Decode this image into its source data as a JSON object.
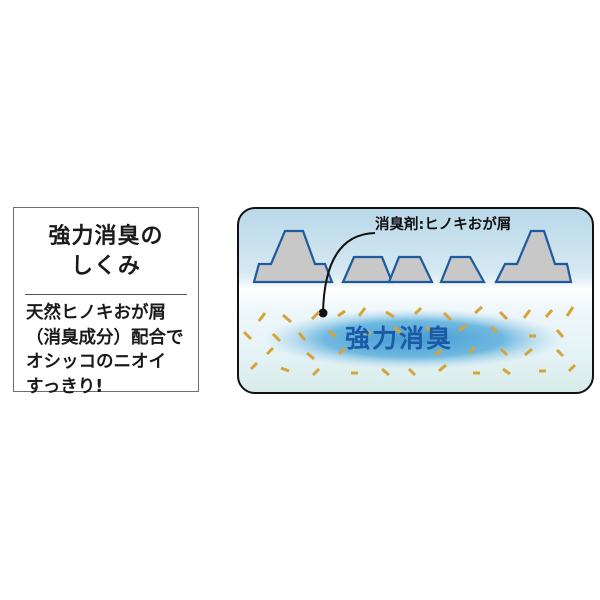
{
  "info_box": {
    "title_line1": "強力消臭の",
    "title_line2": "しくみ",
    "body_lines": [
      "天然ヒノキおが屑",
      "（消臭成分）配合で",
      "オシッコのニオイ",
      "すっきり!"
    ]
  },
  "diagram": {
    "callout_label": "消臭剤:ヒノキおが屑",
    "center_label": "強力消臭",
    "colors": {
      "outline": "#111111",
      "particle_outline": "#1f5a9e",
      "particle_fill": "#c8c8c8",
      "chip": "#d4a43a",
      "blue_area": "#4da3d6",
      "label_blue": "#1a5aa6"
    }
  }
}
